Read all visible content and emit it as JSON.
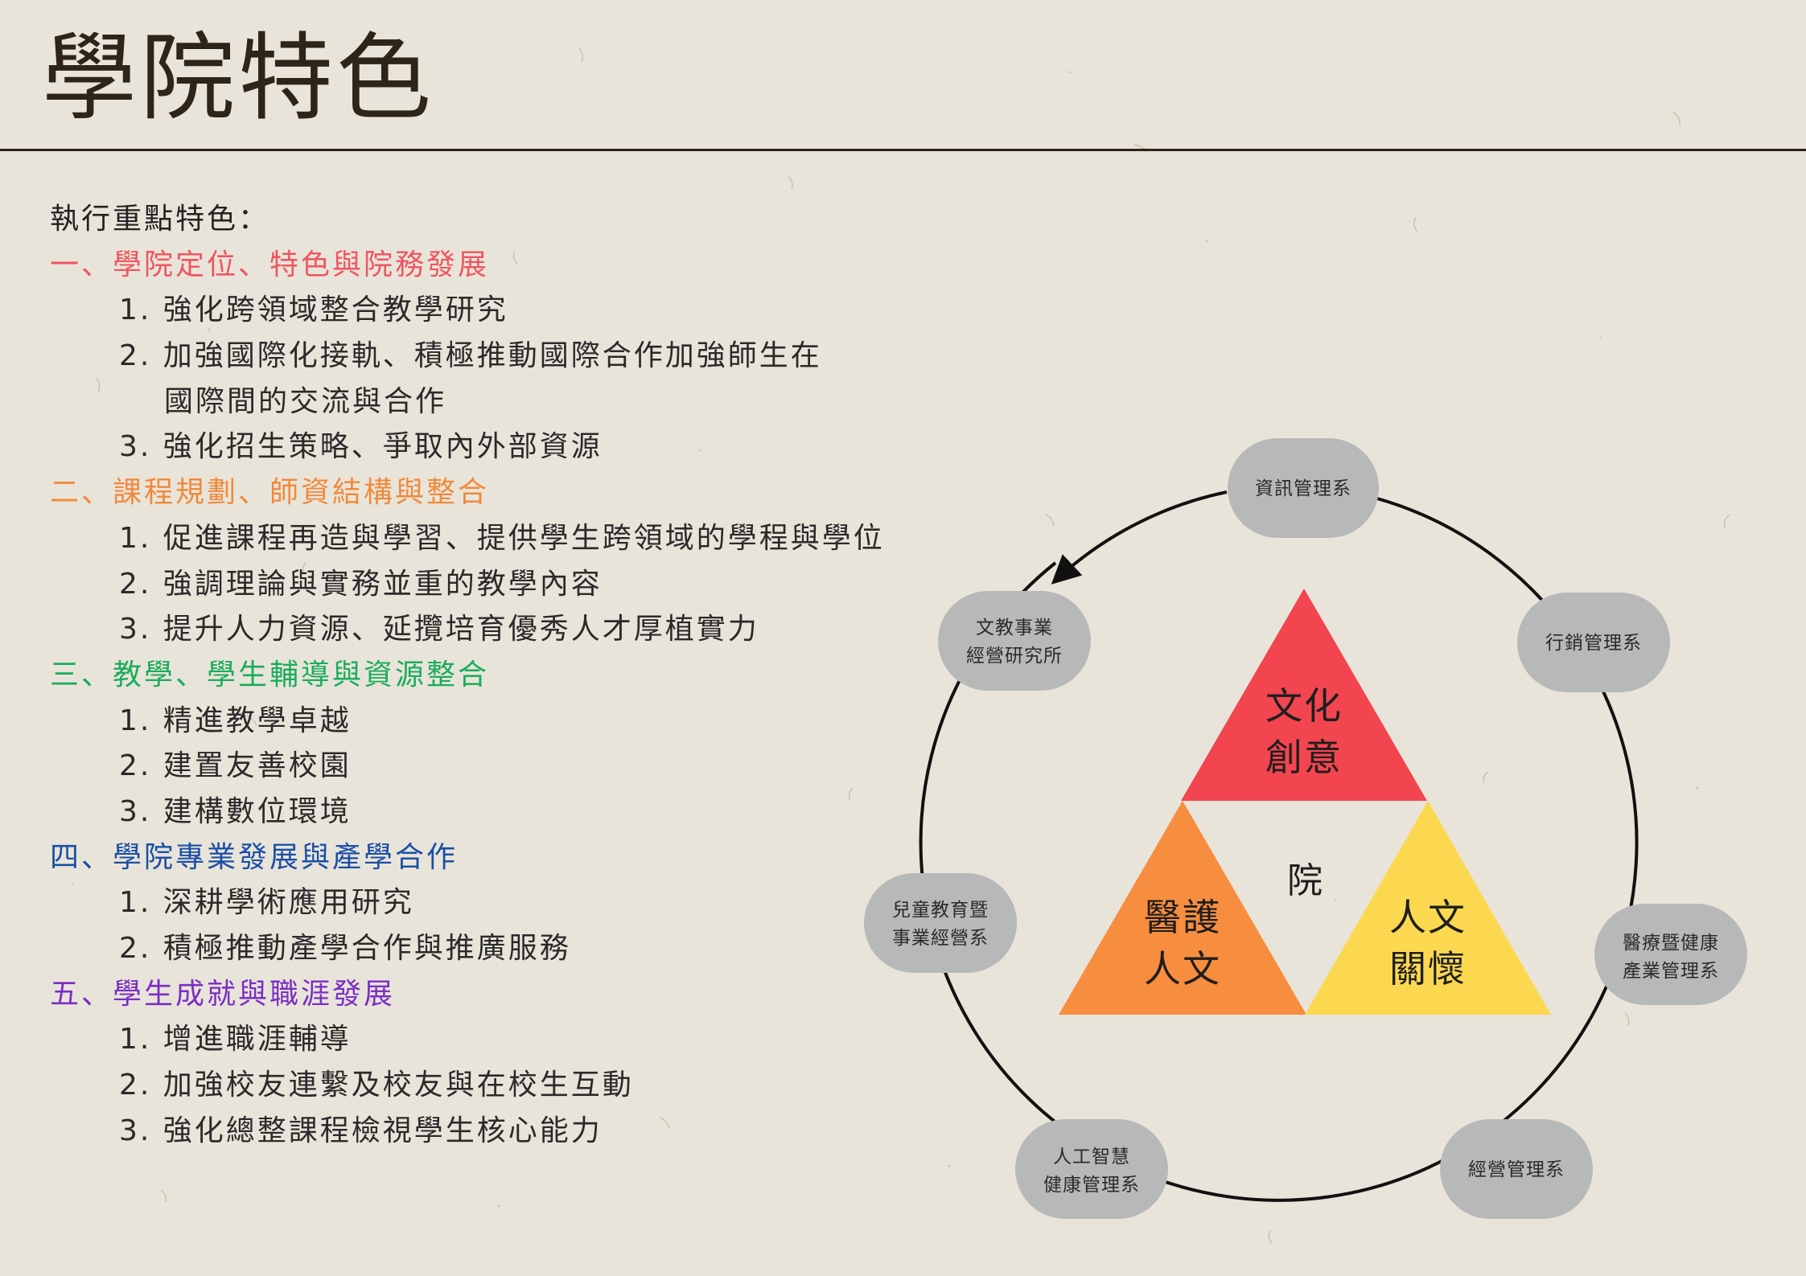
{
  "title": "學院特色",
  "intro": "執行重點特色：",
  "sections": [
    {
      "heading": "一、學院定位、特色與院務發展",
      "items": [
        "1. 強化跨領域整合教學研究",
        "2. 加強國際化接軌、積極推動國際合作加強師生在",
        "國際間的交流與合作",
        "3. 強化招生策略、爭取內外部資源"
      ]
    },
    {
      "heading": "二、課程規劃、師資結構與整合",
      "items": [
        "1. 促進課程再造與學習、提供學生跨領域的學程與學位",
        "2. 強調理論與實務並重的教學內容",
        "3. 提升人力資源、延攬培育優秀人才厚植實力"
      ]
    },
    {
      "heading": "三、教學、學生輔導與資源整合",
      "items": [
        "1. 精進教學卓越",
        "2. 建置友善校園",
        "3. 建構數位環境"
      ]
    },
    {
      "heading": "四、學院專業發展與產學合作",
      "items": [
        "1. 深耕學術應用研究",
        "2. 積極推動產學合作與推廣服務"
      ]
    },
    {
      "heading": "五、學生成就與職涯發展",
      "items": [
        "1. 增進職涯輔導",
        "2. 加強校友連繫及校友與在校生互動",
        "3. 強化總整課程檢視學生核心能力"
      ]
    }
  ],
  "diagram": {
    "center": "院",
    "triangles": [
      {
        "lines": [
          "文化",
          "創意"
        ],
        "color": "#f2454f"
      },
      {
        "lines": [
          "醫護",
          "人文"
        ],
        "color": "#f78d3f"
      },
      {
        "lines": [
          "人文",
          "關懷"
        ],
        "color": "#fbd850"
      }
    ],
    "departments": [
      {
        "lines": [
          "資訊管理系"
        ]
      },
      {
        "lines": [
          "行銷管理系"
        ]
      },
      {
        "lines": [
          "醫療暨健康",
          "產業管理系"
        ]
      },
      {
        "lines": [
          "經營管理系"
        ]
      },
      {
        "lines": [
          "人工智慧",
          "健康管理系"
        ]
      },
      {
        "lines": [
          "兒童教育暨",
          "事業經營系"
        ]
      },
      {
        "lines": [
          "文教事業",
          "經營研究所"
        ]
      }
    ],
    "node_color": "#b6b9b8",
    "ring_color": "#111111"
  }
}
